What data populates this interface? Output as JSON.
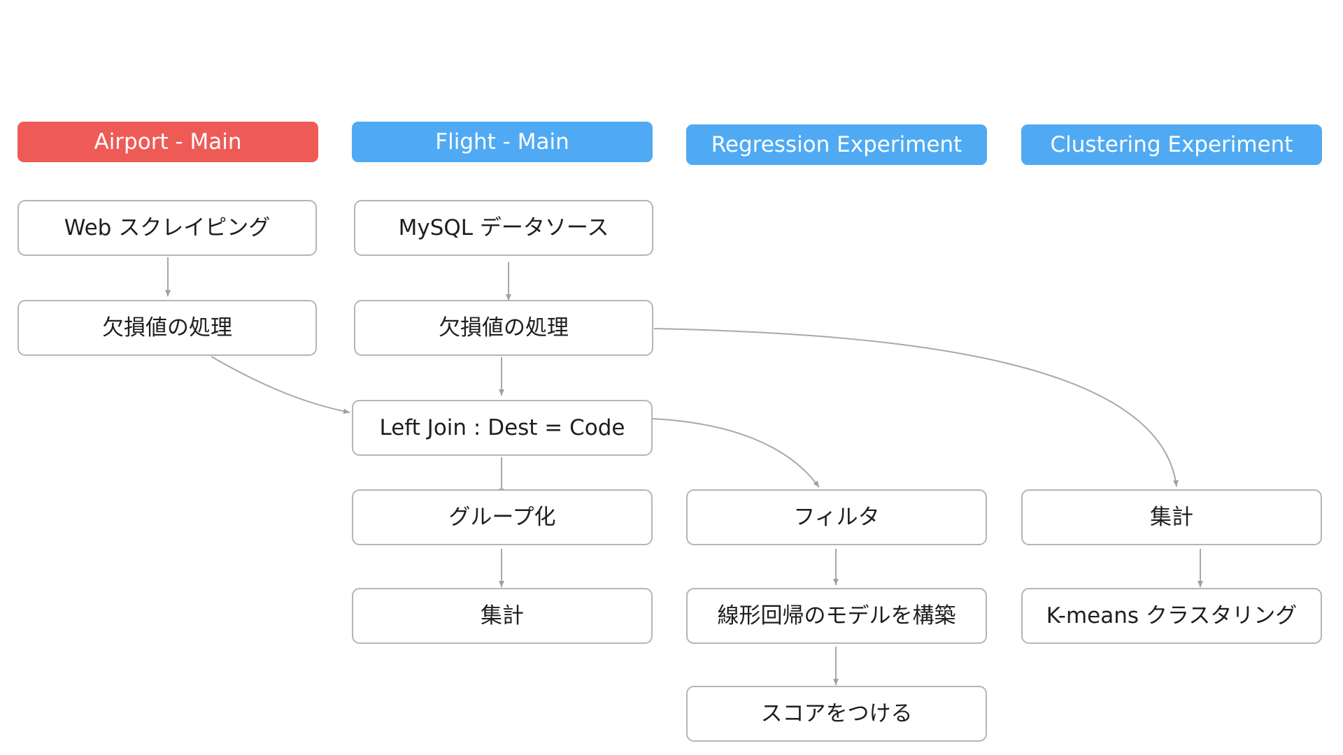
{
  "columns": [
    {
      "title": "Airport - Main",
      "color": "#ee5b57"
    },
    {
      "title": "Flight - Main",
      "color": "#4faaf3"
    },
    {
      "title": "Regression Experiment",
      "color": "#4faaf3"
    },
    {
      "title": "Clustering Experiment",
      "color": "#4faaf3"
    }
  ],
  "nodes": {
    "airport_scrape": "Web スクレイピング",
    "airport_missing": "欠損値の処理",
    "flight_source": "MySQL データソース",
    "flight_missing": "欠損値の処理",
    "flight_join": "Left Join : Dest = Code",
    "flight_group": "グループ化",
    "flight_aggregate": "集計",
    "regression_filter": "フィルタ",
    "regression_model": "線形回帰のモデルを構築",
    "regression_score": "スコアをつける",
    "clustering_aggregate": "集計",
    "clustering_kmeans": "K-means クラスタリング"
  },
  "edges": [
    {
      "from": "airport_scrape",
      "to": "airport_missing"
    },
    {
      "from": "airport_missing",
      "to": "flight_join"
    },
    {
      "from": "flight_source",
      "to": "flight_missing"
    },
    {
      "from": "flight_missing",
      "to": "flight_join"
    },
    {
      "from": "flight_missing",
      "to": "clustering_aggregate"
    },
    {
      "from": "flight_join",
      "to": "flight_group"
    },
    {
      "from": "flight_join",
      "to": "regression_filter"
    },
    {
      "from": "flight_group",
      "to": "flight_aggregate"
    },
    {
      "from": "regression_filter",
      "to": "regression_model"
    },
    {
      "from": "regression_model",
      "to": "regression_score"
    },
    {
      "from": "clustering_aggregate",
      "to": "clustering_kmeans"
    }
  ],
  "colors": {
    "edge": "#a8a8a8",
    "node_border": "#b5b5b5"
  }
}
